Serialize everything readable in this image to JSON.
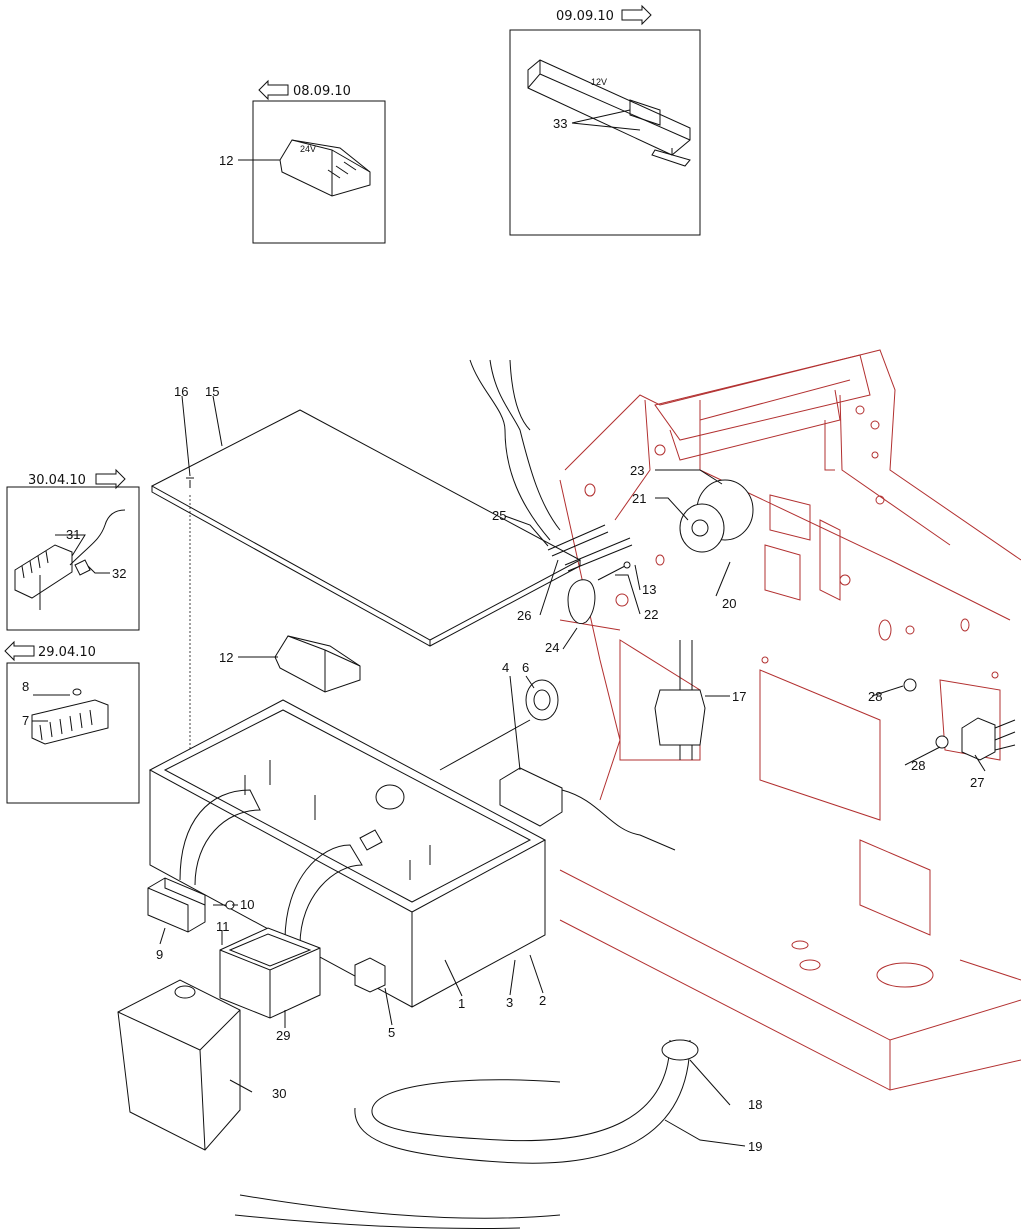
{
  "date_labels": {
    "d090910": "09.09.10",
    "d080910": "08.09.10",
    "d300410": "30.04.10",
    "d290410": "29.04.10"
  },
  "voltage_labels": {
    "v24": "24V",
    "v12": "12V"
  },
  "part_numbers": {
    "p1": "1",
    "p2": "2",
    "p3": "3",
    "p4": "4",
    "p5": "5",
    "p6": "6",
    "p7": "7",
    "p8": "8",
    "p9": "9",
    "p10": "10",
    "p11": "11",
    "p12a": "12",
    "p12b": "12",
    "p13": "13",
    "p15": "15",
    "p16": "16",
    "p17": "17",
    "p18": "18",
    "p19": "19",
    "p20": "20",
    "p21": "21",
    "p22": "22",
    "p23": "23",
    "p24": "24",
    "p25": "25",
    "p26": "26",
    "p27": "27",
    "p28a": "28",
    "p28b": "28",
    "p29": "29",
    "p30": "30",
    "p31": "31",
    "p32": "32",
    "p33": "33"
  },
  "colors": {
    "line": "#111111",
    "machine_frame": "#b23030",
    "background": "#ffffff"
  }
}
